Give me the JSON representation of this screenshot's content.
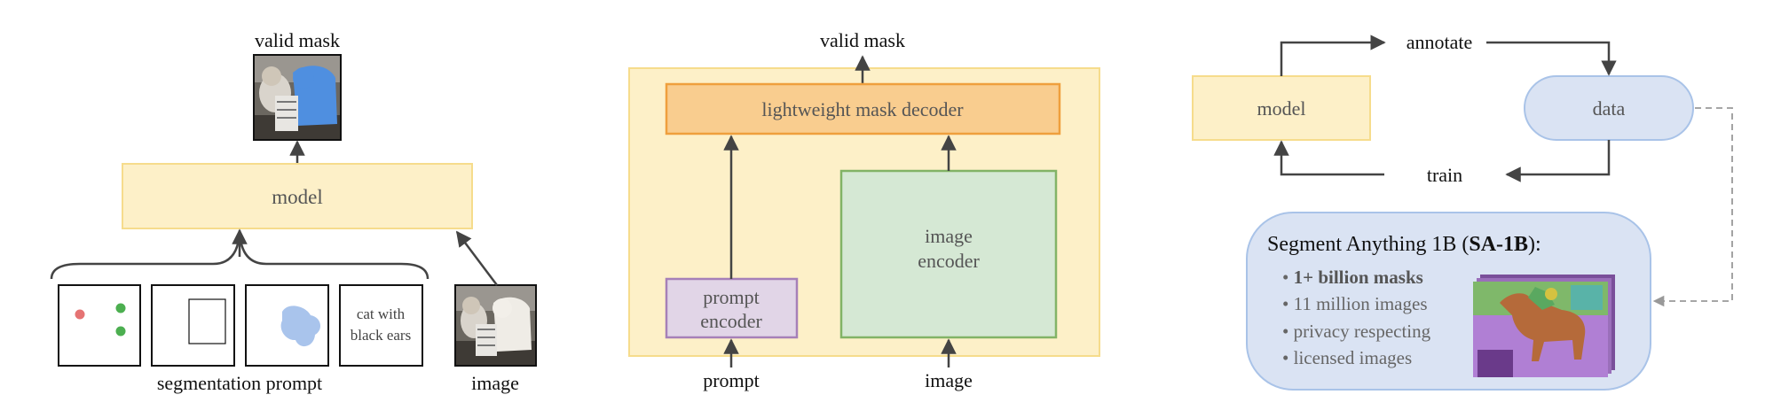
{
  "panel_a": {
    "output_label": "valid mask",
    "model_label": "model",
    "prompt_caption": "segmentation prompt",
    "image_caption": "image",
    "text_prompt_line1": "cat with",
    "text_prompt_line2": "black ears"
  },
  "panel_b": {
    "output_label": "valid mask",
    "decoder_label": "lightweight mask decoder",
    "image_encoder_line1": "image",
    "image_encoder_line2": "encoder",
    "prompt_encoder_line1": "prompt",
    "prompt_encoder_line2": "encoder",
    "prompt_input": "prompt",
    "image_input": "image"
  },
  "panel_c": {
    "model_label": "model",
    "data_label": "data",
    "annotate_label": "annotate",
    "train_label": "train",
    "dataset_title_prefix": "Segment Anything 1B (",
    "dataset_title_bold": "SA-1B",
    "dataset_title_suffix": "):",
    "bullets": [
      "1+ billion masks",
      "11 million images",
      "privacy respecting",
      "licensed images"
    ]
  },
  "colors": {
    "model_fill": "#fdf0c8",
    "model_stroke": "#f6dc8c",
    "decoder_fill": "#f9cd8f",
    "decoder_stroke": "#ef9f3d",
    "image_encoder_fill": "#d5e8d4",
    "image_encoder_stroke": "#82b366",
    "prompt_encoder_fill": "#e1d5e7",
    "prompt_encoder_stroke": "#a680b8",
    "data_fill": "#dae3f3",
    "data_stroke": "#a9c3e8",
    "arrow": "#444444",
    "point_red": "#e57373",
    "point_green": "#4caf50",
    "mask_blue": "#8ab2e0"
  }
}
